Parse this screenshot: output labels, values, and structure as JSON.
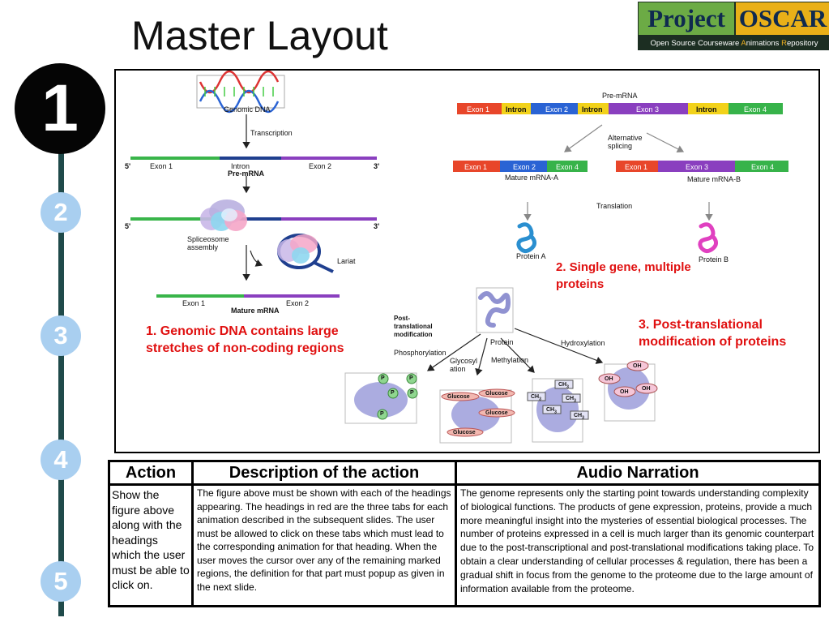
{
  "title": "Master Layout",
  "logo": {
    "left_text": "Project",
    "right_text": "OSCAR",
    "subtitle_parts": [
      "Open Source Courseware ",
      "A",
      "nimations ",
      "R",
      "epository"
    ]
  },
  "steps": [
    {
      "num": "1",
      "state": "active"
    },
    {
      "num": "2",
      "state": "inactive"
    },
    {
      "num": "3",
      "state": "inactive"
    },
    {
      "num": "4",
      "state": "inactive"
    },
    {
      "num": "5",
      "state": "inactive"
    }
  ],
  "figure": {
    "splicing": {
      "genomic_dna": "Genomic DNA",
      "transcription": "Transcription",
      "five_prime": "5'",
      "three_prime": "3'",
      "exon1": "Exon 1",
      "intron": "Intron",
      "exon2": "Exon 2",
      "pre_mrna": "Pre-mRNA",
      "spliceosome": "Spliceosome\nassembly",
      "lariat": "Lariat",
      "mature_mrna": "Mature mRNA"
    },
    "alt_splicing": {
      "pre_mrna": "Pre-mRNA",
      "segments": [
        "Exon 1",
        "Intron",
        "Exon 2",
        "Intron",
        "Exon 3",
        "Intron",
        "Exon 4"
      ],
      "alternative_splicing": "Alternative\nsplicing",
      "mature_a_segments": [
        "Exon 1",
        "Exon 2",
        "Exon 4"
      ],
      "mature_b_segments": [
        "Exon 1",
        "Exon 3",
        "Exon 4"
      ],
      "mature_a": "Mature mRNA-A",
      "mature_b": "Mature mRNA-B",
      "translation": "Translation",
      "protein_a": "Protein A",
      "protein_b": "Protein B"
    },
    "ptm": {
      "title": "Post-\ntranslational\nmodification",
      "protein": "Protein",
      "phosphorylation": "Phosphorylation",
      "glycosylation": "Glycosyl\nation",
      "methylation": "Methylation",
      "hydroxylation": "Hydroxylation",
      "p": "P",
      "glucose": "Glucose",
      "ch3": "CH",
      "ch3_sub": "3",
      "oh": "OH"
    },
    "headings": {
      "h1": "1. Genomic DNA contains large stretches of non-coding regions",
      "h2": "2. Single gene, multiple proteins",
      "h3": "3. Post-translational modification of proteins"
    },
    "colors": {
      "heading": "#e01010",
      "exon_red": "#e8462a",
      "intron_yellow": "#f2d21a",
      "exon_blue": "#2a63d4",
      "exon_purple": "#8a3fbf",
      "exon_green": "#37b34a"
    }
  },
  "table": {
    "headers": {
      "action": "Action",
      "description": "Description of the action",
      "audio": "Audio Narration"
    },
    "action": "Show the figure above along with the headings which the user must be able to click on.",
    "description": "The figure above must be shown with each of the headings appearing. The headings in red are the three tabs for each animation described in the subsequent slides. The user must be allowed to click on these tabs which must lead to the corresponding animation for that heading. When the user moves the cursor over any of the remaining marked regions, the definition for that part must popup as given in the next slide.",
    "audio": "The genome represents only the starting point towards understanding complexity of biological functions. The products of gene expression, proteins, provide a much more meaningful insight into the mysteries of essential biological processes. The number of proteins expressed in a cell is much larger than its genomic counterpart due to the post-transcriptional and post-translational modifications taking place. To obtain a clear understanding of cellular processes & regulation, there has been a gradual shift in focus from the genome to the proteome due to the large amount of information available from the proteome."
  }
}
